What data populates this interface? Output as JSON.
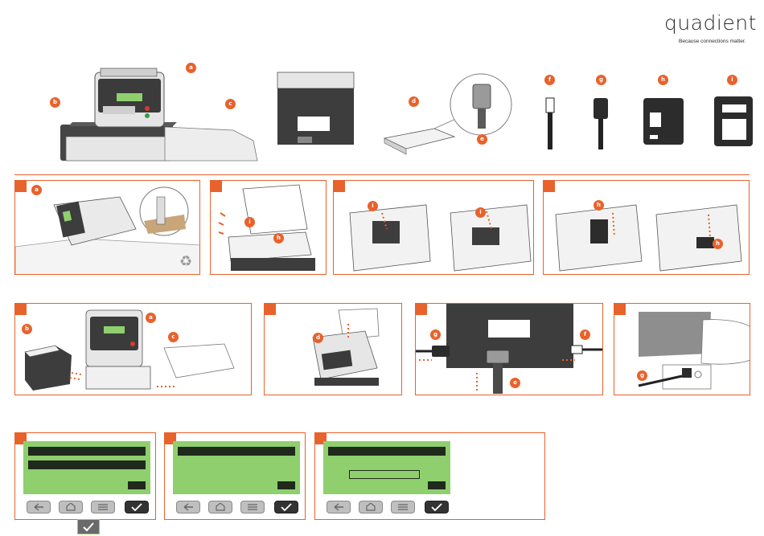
{
  "brand": {
    "wordmark": "quadient",
    "tagline": "Because connections matter.",
    "accent": "#e8622c"
  },
  "colors": {
    "accent": "#e8622c",
    "device_dark": "#3d3d3d",
    "device_light": "#e9e9e9",
    "screen_green": "#8fcf6e",
    "screen_bar": "#1f2a1c"
  },
  "components": [
    {
      "letter": "a",
      "label": "a"
    },
    {
      "letter": "b",
      "label": "b"
    },
    {
      "letter": "c",
      "label": "c"
    },
    {
      "letter": "d",
      "label": "d"
    },
    {
      "letter": "e",
      "label": "e"
    },
    {
      "letter": "f",
      "label": "f"
    },
    {
      "letter": "g",
      "label": "g"
    },
    {
      "letter": "h",
      "label": "h"
    },
    {
      "letter": "i",
      "label": "i"
    }
  ],
  "icons": [
    "recycle-icon",
    "back-icon",
    "home-icon",
    "menu-icon",
    "check-icon"
  ]
}
